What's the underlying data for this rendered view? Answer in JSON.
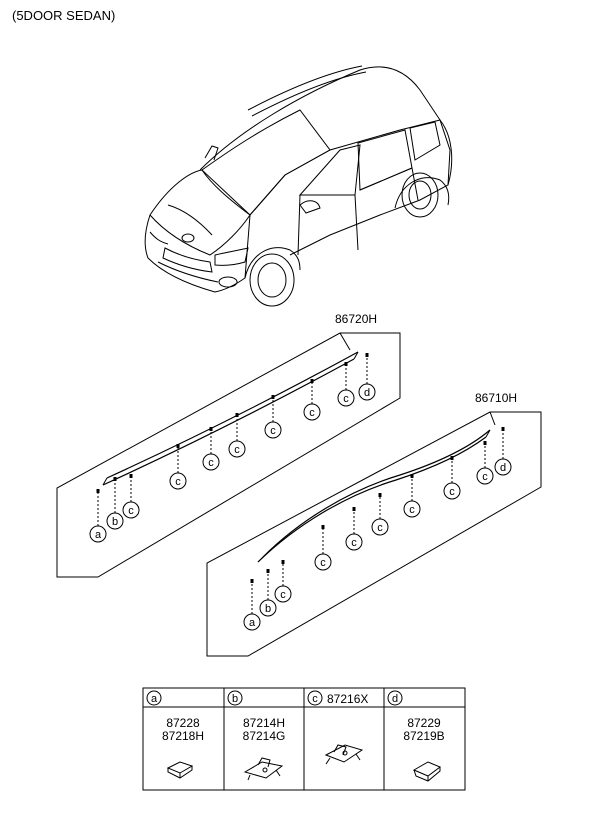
{
  "header": {
    "variant": "(5DOOR SEDAN)"
  },
  "assemblies": [
    {
      "part_no": "86720H"
    },
    {
      "part_no": "86710H"
    }
  ],
  "callouts": [
    "a",
    "b",
    "c",
    "d"
  ],
  "legend": [
    {
      "letter": "a",
      "parts": [
        "87228",
        "87218H"
      ],
      "icon": "flat-clip-icon"
    },
    {
      "letter": "b",
      "parts": [
        "87214H",
        "87214G"
      ],
      "icon": "bracket-clip-icon"
    },
    {
      "letter": "c",
      "parts": [
        "87216X"
      ],
      "icon": "mounting-clip-icon"
    },
    {
      "letter": "d",
      "parts": [
        "87229",
        "87219B"
      ],
      "icon": "end-clip-icon"
    }
  ]
}
